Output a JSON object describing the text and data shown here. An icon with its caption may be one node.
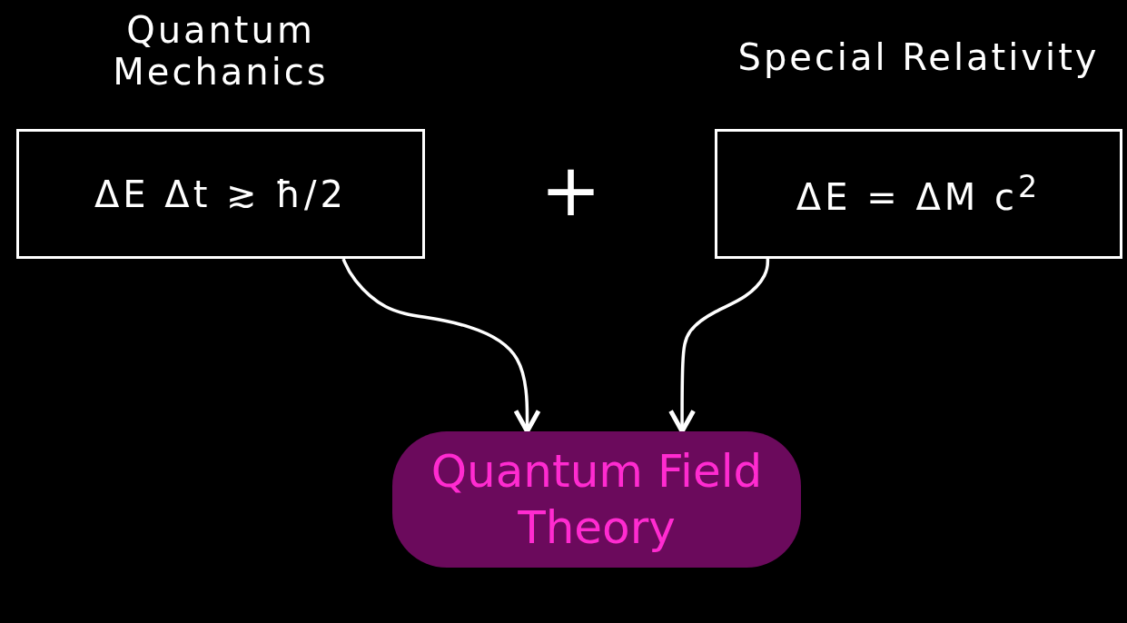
{
  "diagram": {
    "nodes": [
      {
        "text": [
          "Quantum Mechanics",
          "ΔE Δt ≳ ħ/2"
        ]
      },
      {
        "text": [
          "Special Relativity",
          "ΔE = ΔM c$^{2}$"
        ]
      },
      {
        "text": [
          "Quantum Field Theory"
        ]
      }
    ],
    "edges": [
      {
        "from": 0,
        "to": 2,
        "arrow": "to"
      },
      {
        "from": 1,
        "to": 2,
        "arrow": "to"
      }
    ],
    "labels": [
      "+"
    ]
  }
}
